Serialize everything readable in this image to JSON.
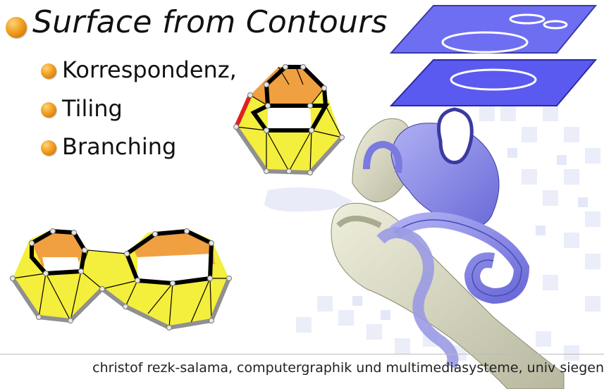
{
  "slide": {
    "title": "Surface from Contours",
    "bullets": [
      {
        "label": "Korrespondenz,"
      },
      {
        "label": "Tiling"
      },
      {
        "label": "Branching"
      }
    ],
    "footer": "christof rezk-salama, computergraphik und multimediasysteme, univ          siegen"
  },
  "colors": {
    "bullet": "#f0a020",
    "plane": "#5a5af0",
    "tile_yellow": "#f4ee3c",
    "tile_orange": "#f0a040",
    "edge_highlight": "#e02020",
    "surface_blue": "#8a8ae8",
    "surface_beige": "#dcdcc8"
  },
  "figures": [
    {
      "name": "stacked-contour-planes"
    },
    {
      "name": "hexagon-tiling"
    },
    {
      "name": "branching-tiling"
    },
    {
      "name": "inner-ear-surface"
    }
  ]
}
